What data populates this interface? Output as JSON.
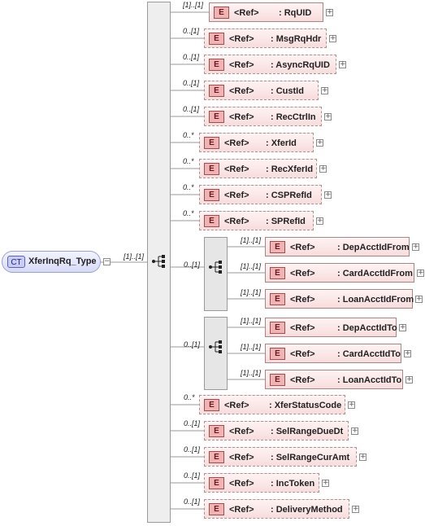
{
  "complex_type": {
    "badge": "CT",
    "name": "XferInqRq_Type",
    "cardinality": "[1]..[1]"
  },
  "ref_label": "<Ref>",
  "elements": [
    {
      "card": "[1]..[1]",
      "name": ": RqUID",
      "required": true
    },
    {
      "card": "0..[1]",
      "name": ": MsgRqHdr",
      "required": false
    },
    {
      "card": "0..[1]",
      "name": ": AsyncRqUID",
      "required": false
    },
    {
      "card": "0..[1]",
      "name": ": CustId",
      "required": false
    },
    {
      "card": "0..[1]",
      "name": ": RecCtrlIn",
      "required": false
    },
    {
      "card": "0..*",
      "name": ": XferId",
      "required": false
    },
    {
      "card": "0..*",
      "name": ": RecXferId",
      "required": false
    },
    {
      "card": "0..*",
      "name": ": CSPRefId",
      "required": false
    },
    {
      "card": "0..*",
      "name": ": SPRefId",
      "required": false
    }
  ],
  "groups": [
    {
      "card": "0..[1]",
      "children": [
        {
          "card": "[1]..[1]",
          "name": ": DepAcctIdFrom"
        },
        {
          "card": "[1]..[1]",
          "name": ": CardAcctIdFrom"
        },
        {
          "card": "[1]..[1]",
          "name": ": LoanAcctIdFrom"
        }
      ]
    },
    {
      "card": "0..[1]",
      "children": [
        {
          "card": "[1]..[1]",
          "name": ": DepAcctIdTo"
        },
        {
          "card": "[1]..[1]",
          "name": ": CardAcctIdTo"
        },
        {
          "card": "[1]..[1]",
          "name": ": LoanAcctIdTo"
        }
      ]
    }
  ],
  "trailing_elements": [
    {
      "card": "0..*",
      "name": ": XferStatusCode",
      "required": false
    },
    {
      "card": "0..[1]",
      "name": ": SelRangeDueDt",
      "required": false
    },
    {
      "card": "0..[1]",
      "name": ": SelRangeCurAmt",
      "required": false
    },
    {
      "card": "0..[1]",
      "name": ": IncToken",
      "required": false
    },
    {
      "card": "0..[1]",
      "name": ": DeliveryMethod",
      "required": false
    }
  ],
  "icons": {
    "complex_type": "ct-badge",
    "element": "element-badge",
    "expand": "plus-icon",
    "sequence": "sequence-icon"
  },
  "colors": {
    "element_fill": "#f7dcdc",
    "element_border": "#c8a3a3",
    "ct_fill": "#d7daf6",
    "badge": "#f1b3b3"
  }
}
